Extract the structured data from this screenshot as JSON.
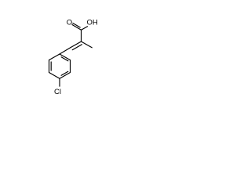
{
  "molecule": {
    "atoms": {
      "carboxyl_oxygen": "O",
      "hydroxyl": "OH",
      "chlorine": "Cl"
    }
  },
  "colors": {
    "bond": "#000000",
    "text": "#000000",
    "background": "#ffffff"
  }
}
